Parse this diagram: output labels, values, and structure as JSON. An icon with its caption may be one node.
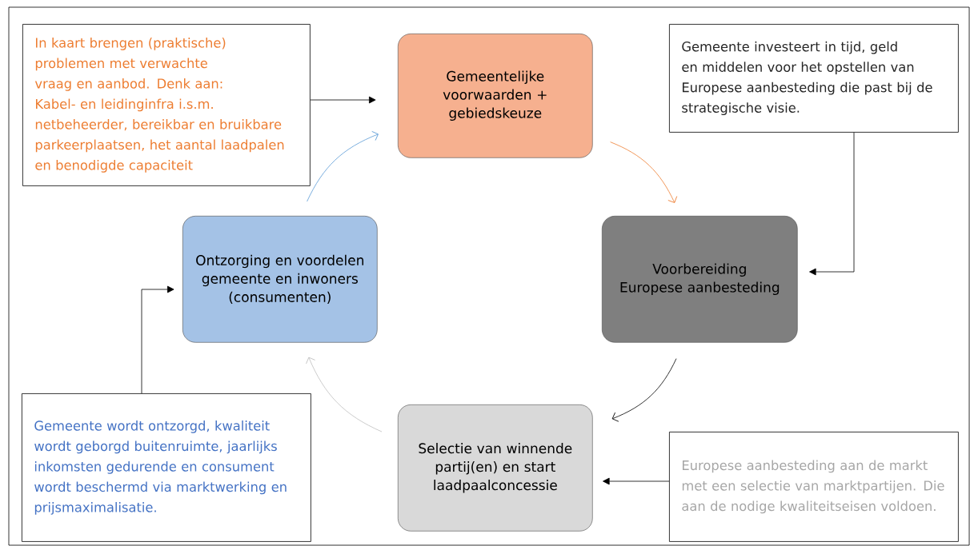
{
  "diagram": {
    "nodes": [
      {
        "text": [
          "In kaart brengen (praktische) problemen met verwachte vraag en aanbod. Denk aan: Kabel- en leidinginfra i.s.m. netbeheerder, bereikbar en bruikbare parkeerplaatsen, het aantal laadpalen en benodigde capaciteit"
        ]
      },
      {
        "text": [
          "Gemeentelijke voorwaarden + gebiedskeuze"
        ]
      },
      {
        "text": [
          "Gemeente investeert in tijd, geld en middelen voor het opstellen van Europese aanbesteding die past bij de strategische visie."
        ]
      },
      {
        "text": [
          "Ontzorging en voordelen gemeente en inwoners (consumenten)"
        ]
      },
      {
        "text": [
          "Voorbereiding Europese aanbesteding"
        ]
      },
      {
        "text": [
          "Gemeente wordt ontzorgd, kwaliteit wordt geborgd buitenruimte, jaarlijks inkomsten gedurende en consument wordt beschermd via marktwerking en prijsmaximalisatie."
        ]
      },
      {
        "text": [
          "Selectie van winnende partij(en) en start laadpaalconcessie"
        ]
      },
      {
        "text": [
          "Europese aanbesteding aan de markt met een selectie van marktpartijen. Die aan de nodige kwaliteitseisen voldoen."
        ]
      }
    ],
    "edges": [
      {
        "from": 0,
        "to": 1,
        "arrow": "to"
      },
      {
        "from": 2,
        "to": 4,
        "arrow": "to"
      },
      {
        "from": 5,
        "to": 3,
        "arrow": "to"
      },
      {
        "from": 7,
        "to": 6,
        "arrow": "to"
      },
      {
        "from": 1,
        "to": 4,
        "arrow": "to",
        "color": "#ed7d31"
      },
      {
        "from": 4,
        "to": 6,
        "arrow": "to"
      },
      {
        "from": 6,
        "to": 3,
        "arrow": "to",
        "color": "#bfbfbf"
      },
      {
        "from": 3,
        "to": 1,
        "arrow": "to",
        "color": "#5b9bd5"
      }
    ]
  }
}
